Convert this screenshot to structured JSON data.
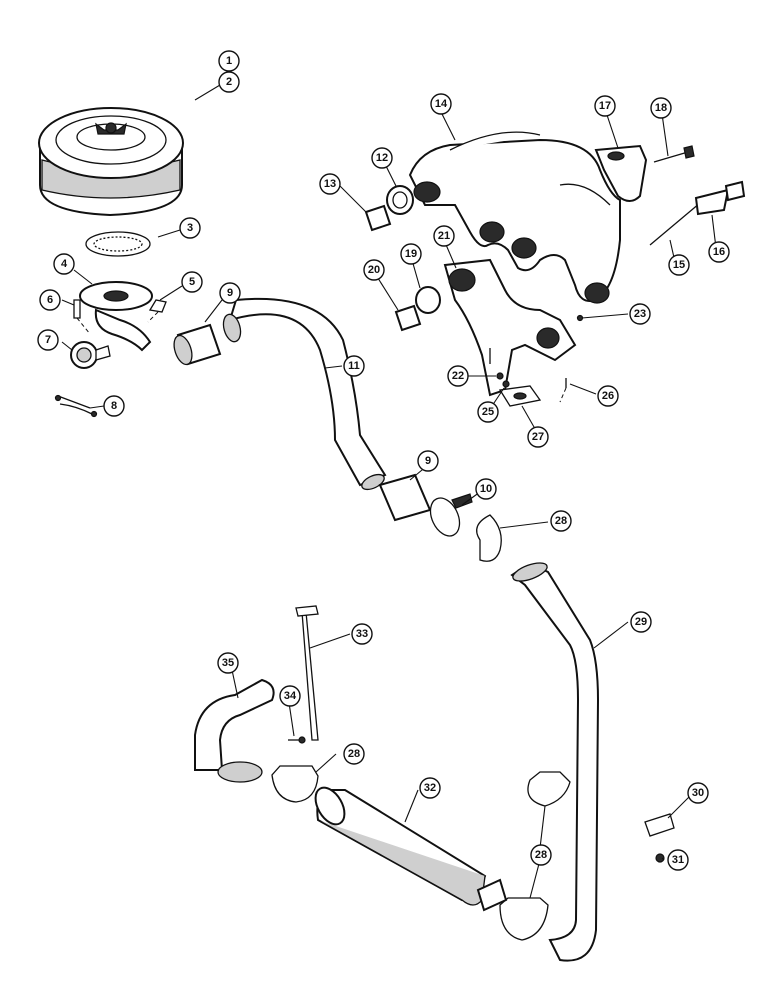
{
  "callouts": [
    "1",
    "2",
    "3",
    "4",
    "5",
    "6",
    "7",
    "8",
    "9",
    "9",
    "10",
    "11",
    "12",
    "13",
    "14",
    "15",
    "16",
    "17",
    "18",
    "19",
    "20",
    "21",
    "22",
    "23",
    "25",
    "26",
    "27",
    "28",
    "28",
    "28",
    "29",
    "30",
    "31",
    "32",
    "33",
    "34",
    "35"
  ],
  "colors": {
    "line": "#111111",
    "paper": "#ffffff",
    "shade": "#cfcfcf"
  }
}
